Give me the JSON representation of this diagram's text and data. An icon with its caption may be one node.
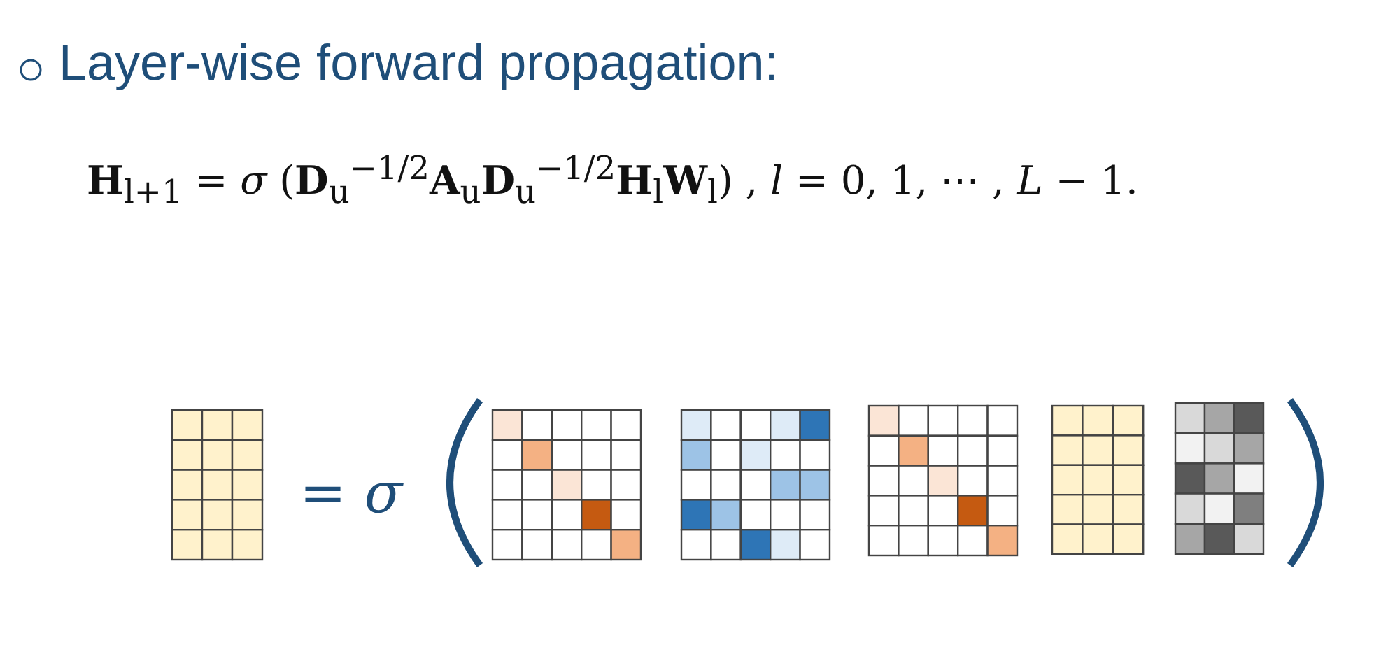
{
  "diagram": {
    "title": "Layer-wise forward propagation:",
    "labels": [
      "**H**$_{l+1}$ = *σ* (**D**$_{u}$$^{−1/2}$**A**$_{u}$**D**$_{u}$$^{−1/2}$**H**$_{l}$**W**$_{l}$) , *l* = 0, 1, ⋯ , *L* − 1.",
      "= σ"
    ]
  }
}
